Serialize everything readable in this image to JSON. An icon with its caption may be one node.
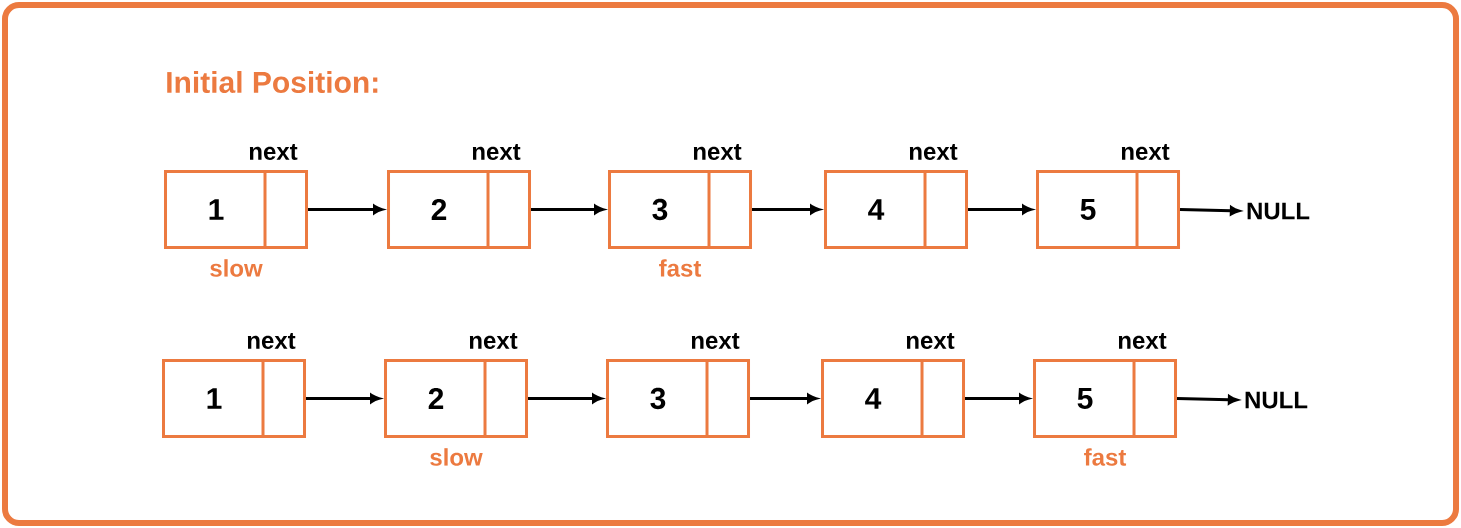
{
  "diagram": {
    "title": "Initial Position:",
    "nodes": [
      {
        "text": [
          "1"
        ],
        "beside": [
          "next",
          "slow"
        ]
      },
      {
        "text": [
          "2"
        ],
        "beside": [
          "next"
        ]
      },
      {
        "text": [
          "3"
        ],
        "beside": [
          "next",
          "fast"
        ]
      },
      {
        "text": [
          "4"
        ],
        "beside": [
          "next"
        ]
      },
      {
        "text": [
          "5"
        ],
        "beside": [
          "next"
        ]
      },
      {
        "text": [
          "NULL"
        ]
      },
      {
        "text": [
          "1"
        ],
        "beside": [
          "next"
        ]
      },
      {
        "text": [
          "2"
        ],
        "beside": [
          "next",
          "slow"
        ]
      },
      {
        "text": [
          "3"
        ],
        "beside": [
          "next"
        ]
      },
      {
        "text": [
          "4"
        ],
        "beside": [
          "next"
        ]
      },
      {
        "text": [
          "5"
        ],
        "beside": [
          "next",
          "fast"
        ]
      },
      {
        "text": [
          "NULL"
        ]
      }
    ],
    "edges": [
      {
        "from": 0,
        "to": 1,
        "arrow": "to"
      },
      {
        "from": 1,
        "to": 2,
        "arrow": "to"
      },
      {
        "from": 2,
        "to": 3,
        "arrow": "to"
      },
      {
        "from": 3,
        "to": 4,
        "arrow": "to"
      },
      {
        "from": 4,
        "to": 5,
        "arrow": "to"
      },
      {
        "from": 6,
        "to": 7,
        "arrow": "to"
      },
      {
        "from": 7,
        "to": 8,
        "arrow": "to"
      },
      {
        "from": 8,
        "to": 9,
        "arrow": "to"
      },
      {
        "from": 9,
        "to": 10,
        "arrow": "to"
      },
      {
        "from": 10,
        "to": 11,
        "arrow": "to"
      }
    ]
  }
}
